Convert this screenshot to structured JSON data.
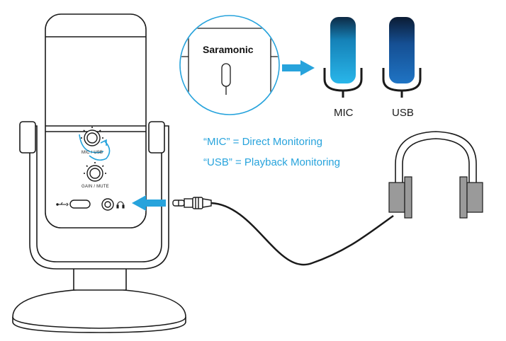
{
  "brand": "Saramonic",
  "modes": [
    {
      "label": "MIC",
      "color_top": "#0d2a45",
      "color_bottom": "#29b6ea"
    },
    {
      "label": "USB",
      "color_top": "#0b1b33",
      "color_bottom": "#1f74c4"
    }
  ],
  "legend": [
    "“MIC” = Direct Monitoring",
    "“USB” = Playback Monitoring"
  ],
  "knob_labels": {
    "mic_usb": "MIC / USB",
    "gain_mute": "GAIN / MUTE"
  },
  "colors": {
    "accent": "#27a3dc",
    "outline": "#1a1a1a",
    "headphone_pad": "#9a9a9a",
    "arrow": "#27a3dc"
  },
  "icons": [
    "usb-icon",
    "headphone-icon",
    "mic-icon",
    "arrow-right-icon",
    "arrow-left-icon"
  ]
}
